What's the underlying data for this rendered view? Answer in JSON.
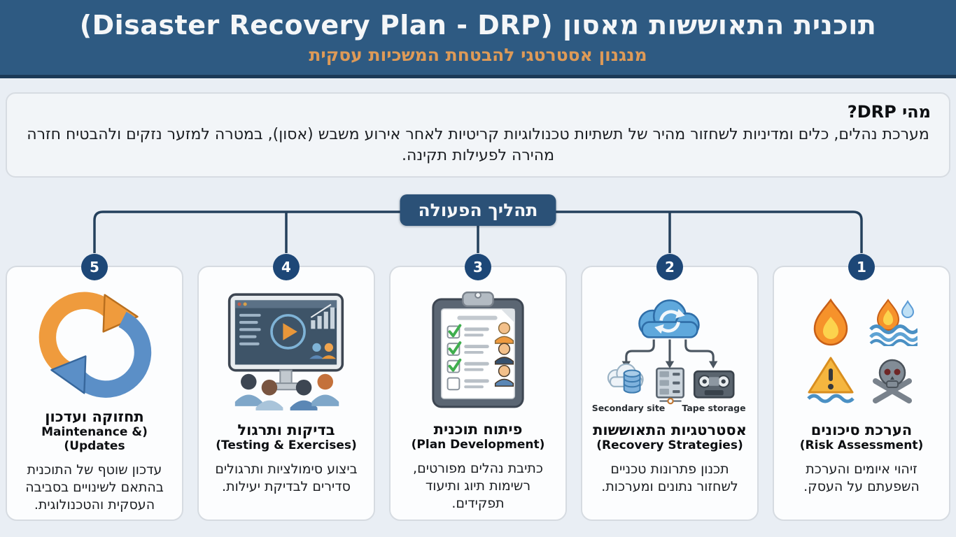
{
  "header": {
    "title": "תוכנית התאוששות מאסון (Disaster Recovery Plan - DRP)",
    "subtitle": "מנגנון אסטרטגי להבטחת המשכיות עסקית",
    "bg_color": "#2e5a82",
    "subtitle_color": "#de9a57"
  },
  "about": {
    "heading": "מהי DRP?",
    "body": "מערכת נהלים, כלים ומדיניות לשחזור מהיר של תשתיות טכנולוגיות קריטיות לאחר אירוע משבש (אסון), במטרה למזער נזקים ולהבטיח חזרה מהירה לפעילות תקינה."
  },
  "process": {
    "label": "תהליך הפעולה",
    "line_color": "#24405c",
    "circle_color": "#1d4777"
  },
  "steps": [
    {
      "number": "1",
      "title": "הערכת סיכונים",
      "subtitle": "(Risk Assessment)",
      "body": "זיהוי איומים והערכת השפעתם על העסק.",
      "icon": "fire-flood-warning-skull"
    },
    {
      "number": "2",
      "title": "אסטרטגיות התאוששות",
      "subtitle": "(Recovery Strategies)",
      "body": "תכנון פתרונות טכניים לשחזור נתונים ומערכות.",
      "icon": "cloud-sync-backup-diagram",
      "labels": {
        "secondary_site": "Secondary site",
        "tape_storage": "Tape storage"
      }
    },
    {
      "number": "3",
      "title": "פיתוח תוכנית",
      "subtitle": "(Plan Development)",
      "body": "כתיבת נהלים מפורטים, רשימות תיוג ותיעוד תפקידים.",
      "icon": "clipboard-checklist"
    },
    {
      "number": "4",
      "title": "בדיקות ותרגול",
      "subtitle": "(Testing & Exercises)",
      "body": "ביצוע סימולציות ותרגולים סדירים לבדיקת יעילות.",
      "icon": "training-presentation-screen"
    },
    {
      "number": "5",
      "title": "תחזוקה ועדכון",
      "subtitle": "(Maintenance & Updates)",
      "body": "עדכון שוטף של התוכנית בהתאם לשינויים בסביבה העסקית והטכנולוגית.",
      "icon": "refresh-cycle-arrows"
    }
  ]
}
